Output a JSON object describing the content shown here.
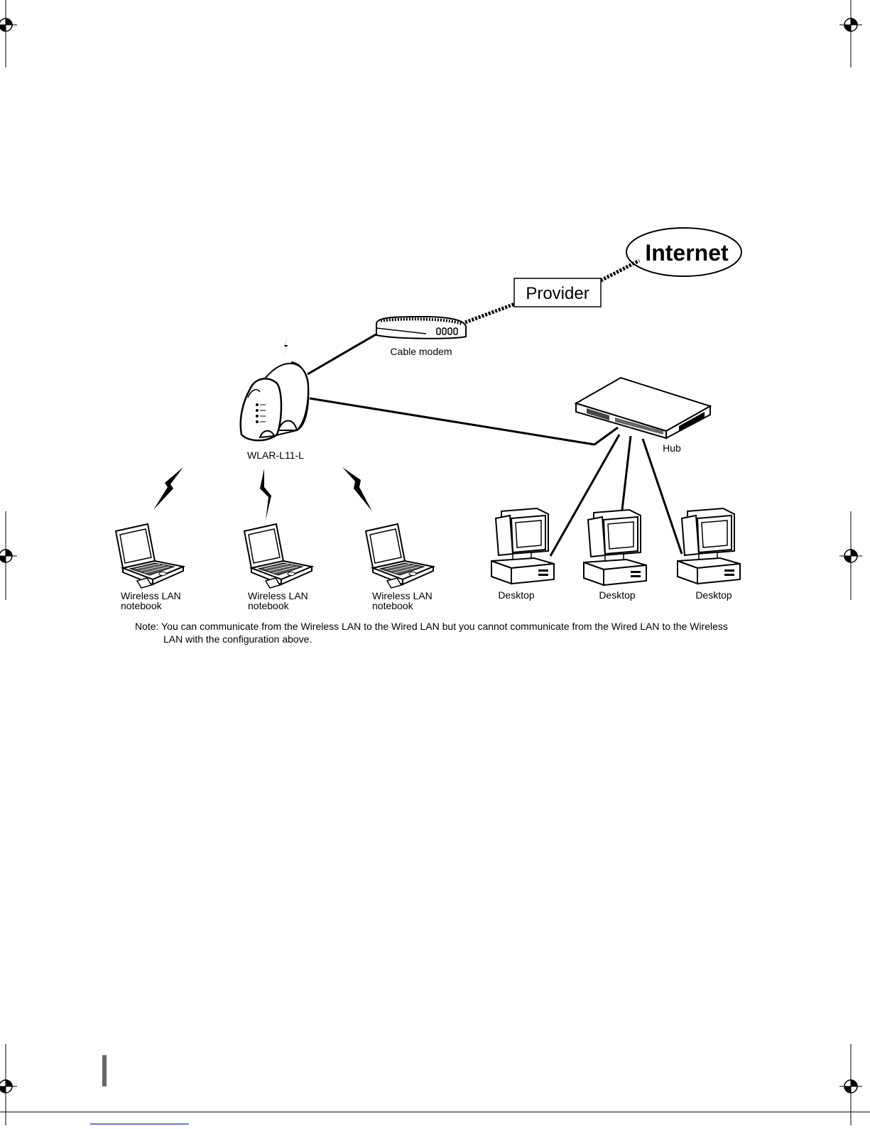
{
  "diagram": {
    "internet_label": "Internet",
    "provider_label": "Provider",
    "cable_modem_label": "Cable modem",
    "router_label": "WLAR-L11-L",
    "hub_label": "Hub",
    "notebooks": [
      {
        "line1": "Wireless LAN",
        "line2": "notebook"
      },
      {
        "line1": "Wireless LAN",
        "line2": "notebook"
      },
      {
        "line1": "Wireless LAN",
        "line2": "notebook"
      }
    ],
    "desktops": [
      {
        "label": "Desktop"
      },
      {
        "label": "Desktop"
      },
      {
        "label": "Desktop"
      }
    ]
  },
  "note": {
    "line1": "Note: You can communicate from the Wireless LAN to the Wired LAN but you cannot communicate from the Wired LAN to the Wireless",
    "line2": "LAN with the configuration above."
  },
  "colors": {
    "ink": "#000000",
    "paper": "#ffffff",
    "shade": "#888888"
  }
}
